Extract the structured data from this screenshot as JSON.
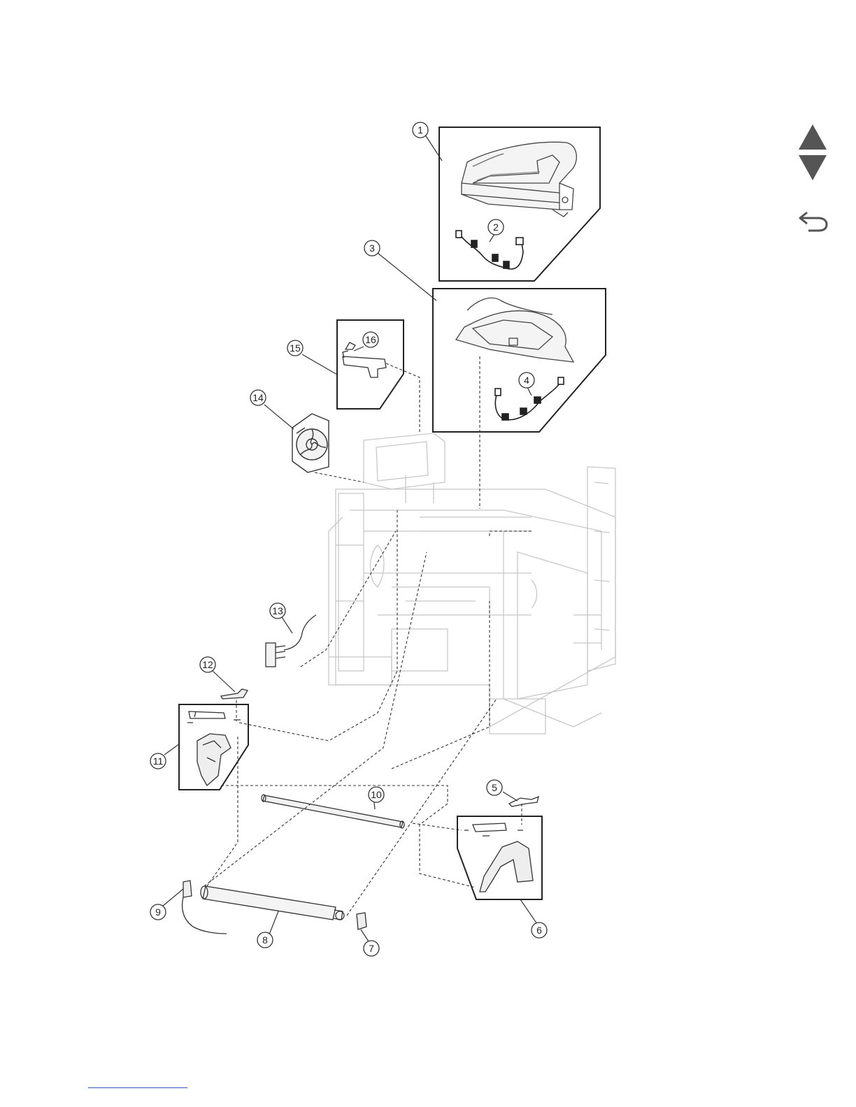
{
  "callouts": [
    {
      "label": "1"
    },
    {
      "label": "2"
    },
    {
      "label": "3"
    },
    {
      "label": "4"
    },
    {
      "label": "5"
    },
    {
      "label": "6"
    },
    {
      "label": "7"
    },
    {
      "label": "8"
    },
    {
      "label": "9"
    },
    {
      "label": "10"
    },
    {
      "label": "11"
    },
    {
      "label": "12"
    },
    {
      "label": "13"
    },
    {
      "label": "14"
    },
    {
      "label": "15"
    },
    {
      "label": "16"
    }
  ],
  "navigation": {
    "previous_icon": "triangle-up-icon",
    "next_icon": "triangle-down-icon",
    "back_icon": "return-arrow-icon"
  },
  "colors": {
    "nav_icon": "#555555",
    "frame_lines": "#c8c8c8",
    "part_lines": "#444444",
    "leader_lines": "#333333",
    "footer_link": "#3355bb"
  }
}
